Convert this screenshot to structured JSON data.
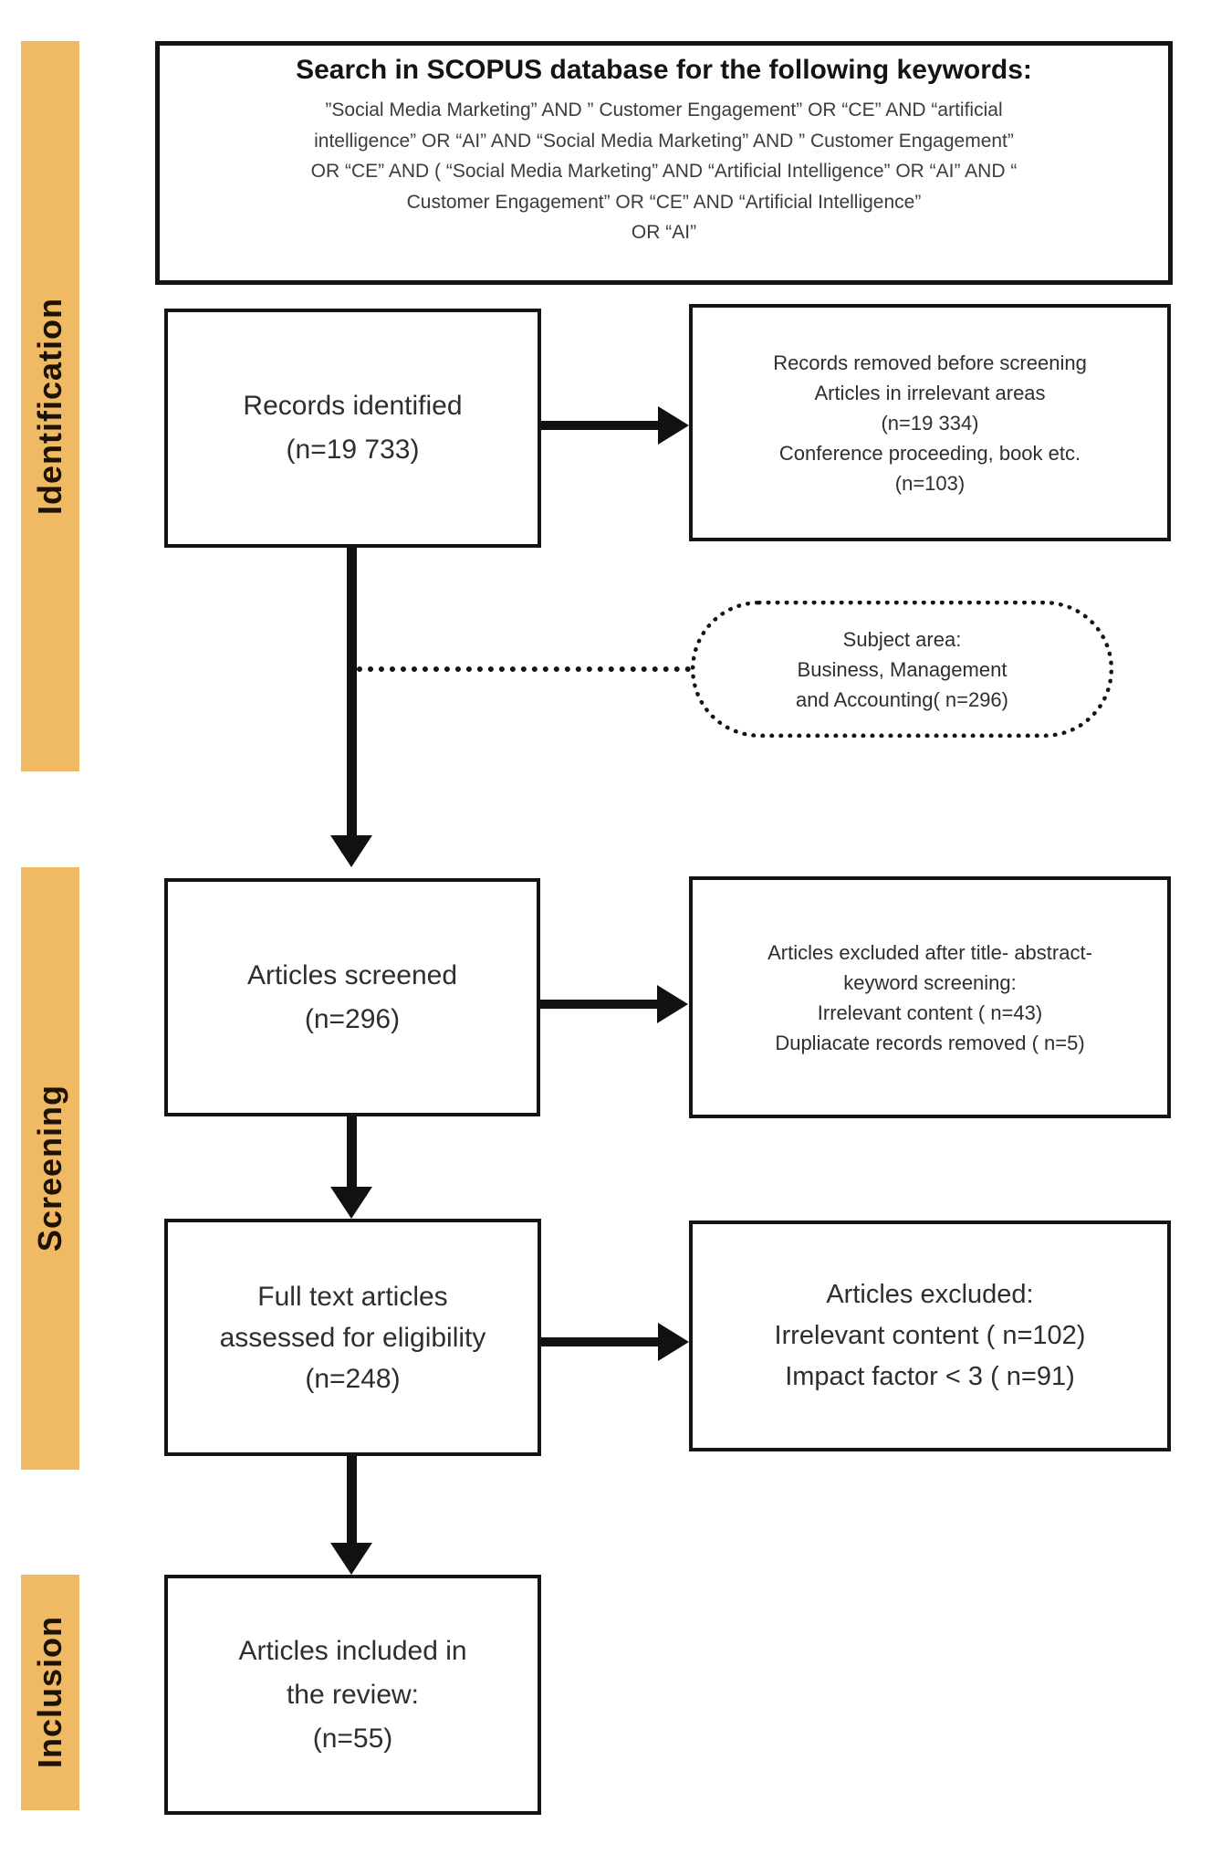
{
  "diagram": {
    "stages": [
      {
        "label": "Identification"
      },
      {
        "label": "Screening"
      },
      {
        "label": "Inclusion"
      }
    ],
    "keywords_box": {
      "title": "Search in SCOPUS database for the following keywords:",
      "body": "”Social Media Marketing” AND ” Customer Engagement” OR “CE” AND “artificial\nintelligence”  OR “AI” AND   “Social Media Marketing” AND ” Customer Engagement”\nOR “CE” AND ( “Social Media Marketing” AND “Artificial Intelligence” OR “AI” AND “\nCustomer Engagement” OR “CE” AND “Artificial Intelligence”\nOR “AI”"
    },
    "boxes": {
      "records_identified": "Records identified\n(n=19 733)",
      "records_removed": "Records removed before screening\nArticles in irrelevant areas\n(n=19 334)\nConference proceeding, book etc.\n(n=103)",
      "subject_area": "Subject area:\nBusiness, Management\nand Accounting( n=296)",
      "articles_screened": "Articles screened\n(n=296)",
      "excluded_after_screening": "Articles excluded after title- abstract-\nkeyword screening:\nIrrelevant content ( n=43)\nDupliacate records removed ( n=5)",
      "full_text_assessed": "Full text articles\nassessed for eligibility\n(n=248)",
      "excluded_full_text": "Articles excluded:\nIrrelevant content ( n=102)\nImpact factor < 3 ( n=91)",
      "articles_included": "Articles included in\nthe review:\n(n=55)"
    },
    "colors": {
      "stage_bar": "#F0B963",
      "stage_text": "#1d1304",
      "line": "#111111",
      "box_text": "#2e2e2e"
    }
  }
}
